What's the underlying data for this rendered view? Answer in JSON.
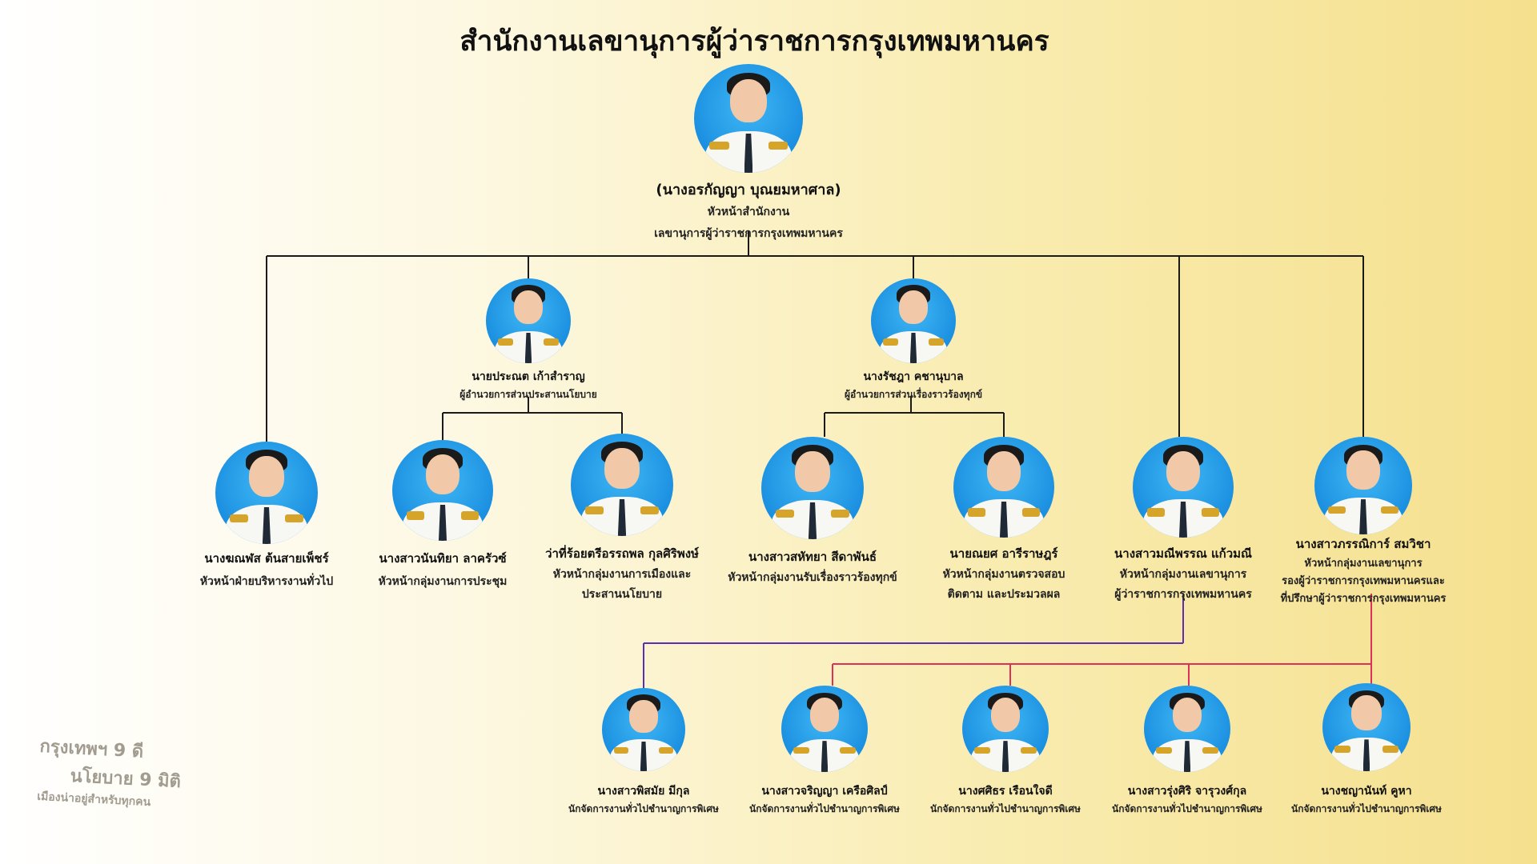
{
  "title": "สำนักงานเลขานุการผู้ว่าราชการกรุงเทพมหานคร",
  "colors": {
    "connector_black": "#1a1a1a",
    "connector_purple": "#5b2fb0",
    "connector_red": "#e0305a"
  },
  "head": {
    "name": "(นางอรกัญญา บุณยมหาศาล)",
    "role_line1": "หัวหน้าสำนักงาน",
    "role_line2": "เลขานุการผู้ว่าราชการกรุงเทพมหานคร"
  },
  "directors": [
    {
      "name": "นายประณต เก้าสำราญ",
      "role": "ผู้อำนวยการส่วนประสานนโยบาย"
    },
    {
      "name": "นางรัชฎา คชานุบาล",
      "role": "ผู้อำนวยการส่วนเรื่องราวร้องทุกข์"
    }
  ],
  "row3": [
    {
      "name": "นางฆณฬส ต้นสายเพ็ชร์",
      "role_line1": "หัวหน้าฝ่ายบริหารงานทั่วไป",
      "role_line2": "",
      "role_line3": ""
    },
    {
      "name": "นางสาวนันทิยา ลาครัวซ์",
      "role_line1": "หัวหน้ากลุ่มงานการประชุม",
      "role_line2": "",
      "role_line3": ""
    },
    {
      "name": "ว่าที่ร้อยตรีอรรถพล กุลศิริพงษ์",
      "role_line1": "หัวหน้ากลุ่มงานการเมืองและ",
      "role_line2": "ประสานนโยบาย",
      "role_line3": ""
    },
    {
      "name": "นางสาวสหัทยา สีดาพันธ์",
      "role_line1": "หัวหน้ากลุ่มงานรับเรื่องราวร้องทุกข์",
      "role_line2": "",
      "role_line3": ""
    },
    {
      "name": "นายณยศ อารีราษฎร์",
      "role_line1": "หัวหน้ากลุ่มงานตรวจสอบ",
      "role_line2": "ติดตาม และประมวลผล",
      "role_line3": ""
    },
    {
      "name": "นางสาวมณีพรรณ แก้วมณี",
      "role_line1": "หัวหน้ากลุ่มงานเลขานุการ",
      "role_line2": "ผู้ว่าราชการกรุงเทพมหานคร",
      "role_line3": ""
    },
    {
      "name": "นางสาวภรรณิการ์ สมวิชา",
      "role_line1": "หัวหน้ากลุ่มงานเลขานุการ",
      "role_line2": "รองผู้ว่าราชการกรุงเทพมหานครและ",
      "role_line3": "ที่ปรึกษาผู้ว่าราชการกรุงเทพมหานคร"
    }
  ],
  "row4": [
    {
      "name": "นางสาวพิสมัย มีกุล",
      "role": "นักจัดการงานทั่วไปชำนาญการพิเศษ"
    },
    {
      "name": "นางสาวจริญญา เครือศิลป์",
      "role": "นักจัดการงานทั่วไปชำนาญการพิเศษ"
    },
    {
      "name": "นางศศิธร เรือนใจดี",
      "role": "นักจัดการงานทั่วไปชำนาญการพิเศษ"
    },
    {
      "name": "นางสาวรุ่งศิริ จารุวงศ์กุล",
      "role": "นักจัดการงานทั่วไปชำนาญการพิเศษ"
    },
    {
      "name": "นางชญานันท์ คูหา",
      "role": "นักจัดการงานทั่วไปชำนาญการพิเศษ"
    }
  ],
  "slogan": {
    "line1": "กรุงเทพฯ 9 ดี",
    "line2": "นโยบาย 9 มิติ",
    "line3": "เมืองน่าอยู่สำหรับทุกคน"
  }
}
